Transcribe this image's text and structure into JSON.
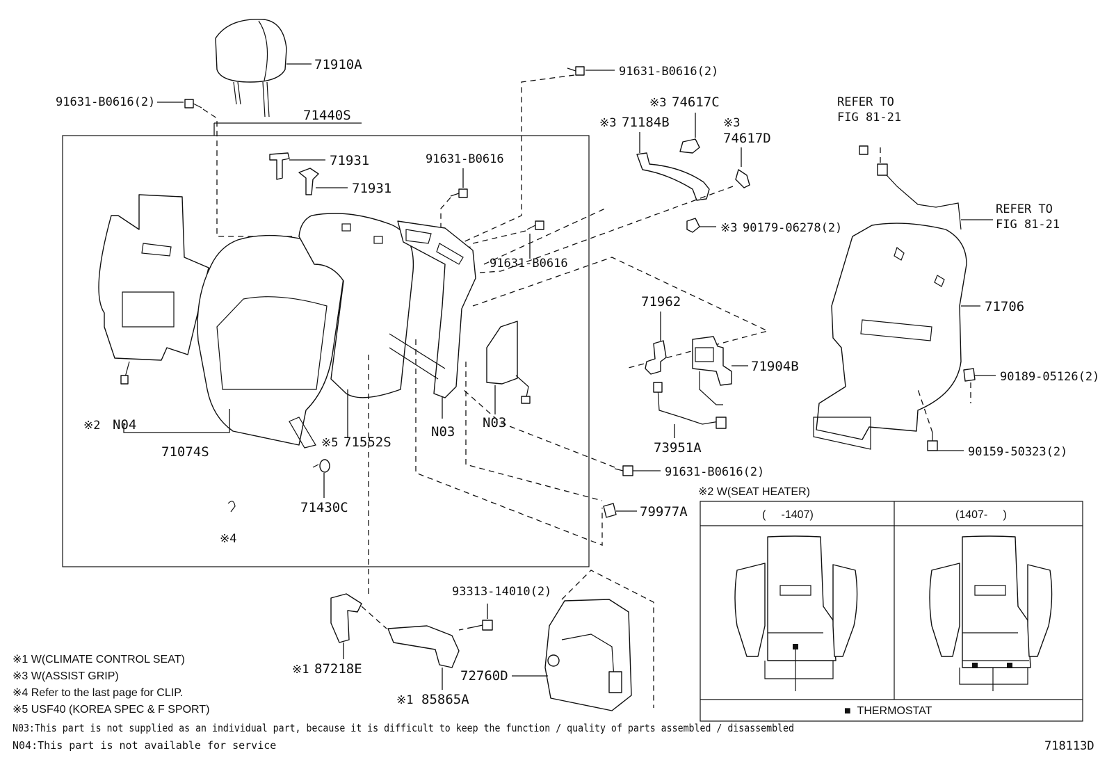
{
  "diagram_id": "718113D",
  "group_box_label": "71440S",
  "parts": {
    "headrest": "71910A",
    "bolt_top_left": "91631-B0616(2)",
    "bolt_top_right": "91631-B0616(2)",
    "headrest_support_1": "71931",
    "headrest_support_2": "71931",
    "bolt_center": "91631-B0616",
    "bolt_frame": "91631-B0616",
    "grip_cap_c": "74617C",
    "grip": "71184B",
    "grip_cap_d": "74617D",
    "clip_grip": "90179-06278(2)",
    "refer_fig_1_line1": "REFER TO",
    "refer_fig_1_line2": "FIG 81-21",
    "refer_fig_2_line1": "REFER TO",
    "refer_fig_2_line2": "FIG 81-21",
    "back_board": "71706",
    "clip_board": "90189-05126(2)",
    "screw_board": "90159-50323(2)",
    "pad_heater": "N04",
    "cover_assy": "71074S",
    "back_pad": "71552S",
    "hog_ring": "71430C",
    "clip_note": "※4",
    "frame": "N03",
    "airbag": "N03",
    "lock_bracket": "71962",
    "recliner": "71904B",
    "wire_harness": "73951A",
    "bolt_lower": "91631-B0616(2)",
    "clip_79977": "79977A",
    "duct_1": "87218E",
    "duct_2": "85865A",
    "nut_duct": "93313-14010(2)",
    "blower": "72760D"
  },
  "marks": {
    "m1": "※1",
    "m2": "※2",
    "m3": "※3",
    "m5": "※5"
  },
  "seat_heater": {
    "title": "※2 W(SEAT HEATER)",
    "col_left": "(     -1407)",
    "col_right": "(1407-     )",
    "legend": "■  THERMOSTAT"
  },
  "footnotes": [
    "※1 W(CLIMATE CONTROL SEAT)",
    "※3 W(ASSIST GRIP)",
    "※4 Refer to the last page for CLIP.",
    "※5 USF40 (KOREA SPEC & F SPORT)"
  ],
  "notes": [
    "N03:This part is not supplied as an individual part, because it is difficult to keep the function / quality of parts assembled / disassembled",
    "N04:This part is not available for service"
  ]
}
